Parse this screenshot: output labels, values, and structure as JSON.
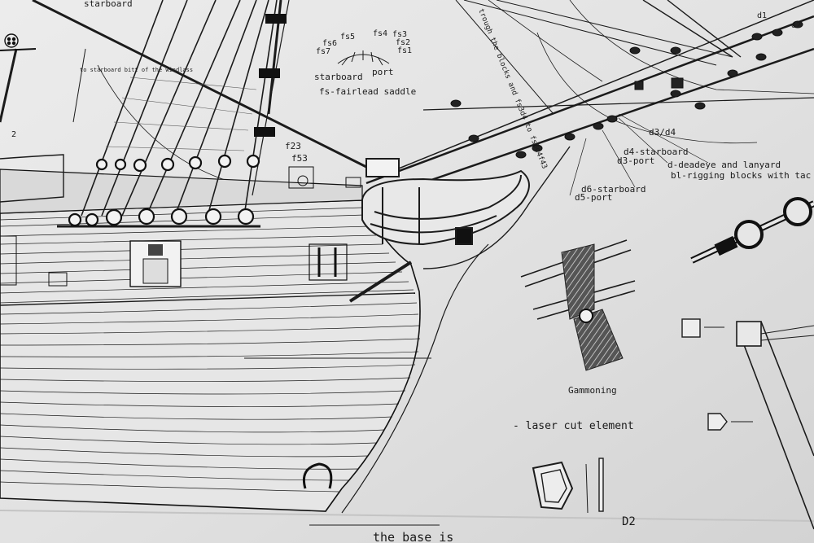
{
  "labels": {
    "starboard_top": "starboard",
    "to_starboard_bitt": "to starboard bitt of the windlass",
    "through_blocks": "trough the blocks and fs3d4 to fs3d4f43",
    "fs5": "fs5",
    "fs4": "fs4",
    "fs3": "fs3",
    "fs6": "fs6",
    "fs2": "fs2",
    "fs7": "fs7",
    "fs1": "fs1",
    "saddle_starboard": "starboard",
    "saddle_port": "port",
    "fairlead": "fs-fairlead saddle",
    "f23": "f23",
    "f53": "f53",
    "d1": "d1",
    "d2": "d2",
    "d3d4": "d3/d4",
    "d4_starboard": "d4-starboard",
    "d3_port": "d3-port",
    "deadeye": "d-deadeye and lanyard",
    "rigging_blocks": "bl-rigging blocks with tac",
    "d6_starboard": "d6-starboard",
    "d5_port": "d5-port",
    "gammoning": "Gammoning",
    "laser_cut": "- laser cut element",
    "d2_part": "D2",
    "base": "the base is",
    "two": "2"
  }
}
